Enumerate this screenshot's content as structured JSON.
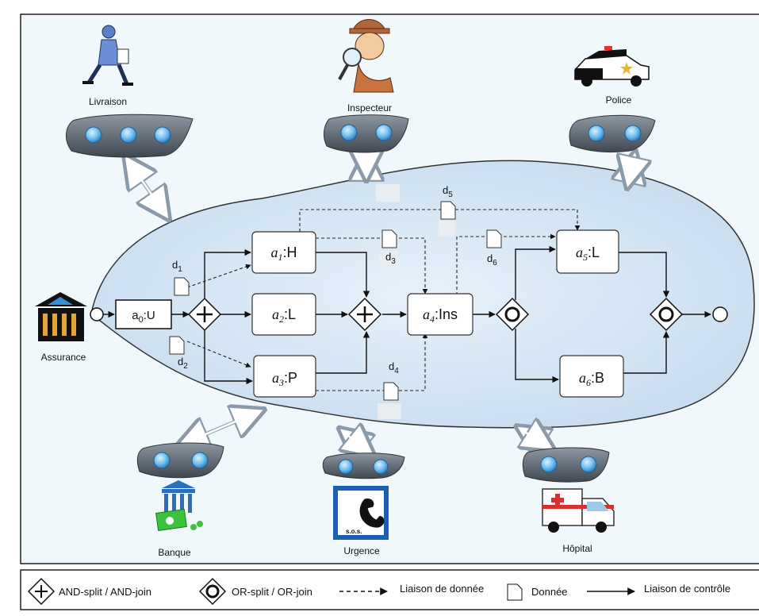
{
  "participants": {
    "livraison": "Livraison",
    "inspecteur": "Inspecteur",
    "police": "Police",
    "assurance": "Assurance",
    "banque": "Banque",
    "urgence": "Urgence",
    "hopital": "Hôpital",
    "sos_sign": "s.o.s."
  },
  "activities": {
    "a0": {
      "name": "a",
      "sub": "0",
      "role": ":U"
    },
    "a1": {
      "name": "a",
      "sub": "1",
      "role": ":H"
    },
    "a2": {
      "name": "a",
      "sub": "2",
      "role": ":L"
    },
    "a3": {
      "name": "a",
      "sub": "3",
      "role": ":P"
    },
    "a4": {
      "name": "a",
      "sub": "4",
      "role": ":Ins"
    },
    "a5": {
      "name": "a",
      "sub": "5",
      "role": ":L"
    },
    "a6": {
      "name": "a",
      "sub": "6",
      "role": ":B"
    }
  },
  "data_items": {
    "d1": {
      "name": "d",
      "sub": "1"
    },
    "d2": {
      "name": "d",
      "sub": "2"
    },
    "d3": {
      "name": "d",
      "sub": "3"
    },
    "d4": {
      "name": "d",
      "sub": "4"
    },
    "d5": {
      "name": "d",
      "sub": "5"
    },
    "d6": {
      "name": "d",
      "sub": "6"
    }
  },
  "legend": {
    "and_gateway": "AND-split / AND-join",
    "or_gateway": "OR-split / OR-join",
    "data_link": "Liaison de donnée",
    "data": "Donnée",
    "control_link": "Liaison de contrôle"
  },
  "colors": {
    "cloud_fill": "#d6e6f5",
    "canvas_fill": "#eef6fb",
    "connector_fill": "#5d6875",
    "connector_dot": "#7fc3ec",
    "box_stroke": "#333333"
  }
}
